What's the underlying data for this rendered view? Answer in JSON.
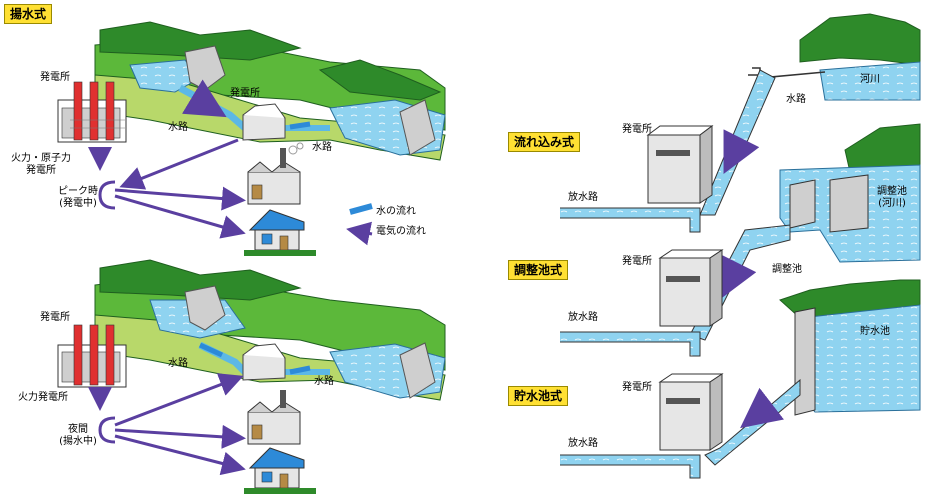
{
  "pumped": {
    "title": "揚水式",
    "top": {
      "thermal_plant": "発電所",
      "hydro_station": "発電所",
      "waterway": "水路",
      "tailrace": "水路",
      "source_line1": "火力・原子力",
      "source_line2": "発電所",
      "peak_line1": "ピーク時",
      "peak_line2": "(発電中)"
    },
    "bottom": {
      "thermal_plant": "発電所",
      "waterway": "水路",
      "tailrace": "水路",
      "source": "火力発電所",
      "night_line1": "夜間",
      "night_line2": "(揚水中)"
    },
    "legend": {
      "water_flow": "水の流れ",
      "power_flow": "電気の流れ"
    }
  },
  "run_of_river": {
    "title": "流れ込み式",
    "plant": "発電所",
    "outlet": "放水路",
    "intake": "水路",
    "river": "河川"
  },
  "pondage": {
    "title": "調整池式",
    "plant": "発電所",
    "outlet": "放水路",
    "pond": "調整池",
    "pond_river_line1": "調整池",
    "pond_river_line2": "(河川)"
  },
  "reservoir": {
    "title": "貯水池式",
    "plant": "発電所",
    "outlet": "放水路",
    "lake": "貯水池"
  },
  "colors": {
    "water": "#8fd3f0",
    "water_deep": "#5cb8e6",
    "hill_green": "#5cb83a",
    "hill_dark": "#2e8a2a",
    "land": "#b8d86a",
    "dam": "#cfcfcf",
    "power_arrow": "#5a3fa0",
    "water_arrow": "#2d8ad8",
    "tag_bg": "#ffe033"
  }
}
